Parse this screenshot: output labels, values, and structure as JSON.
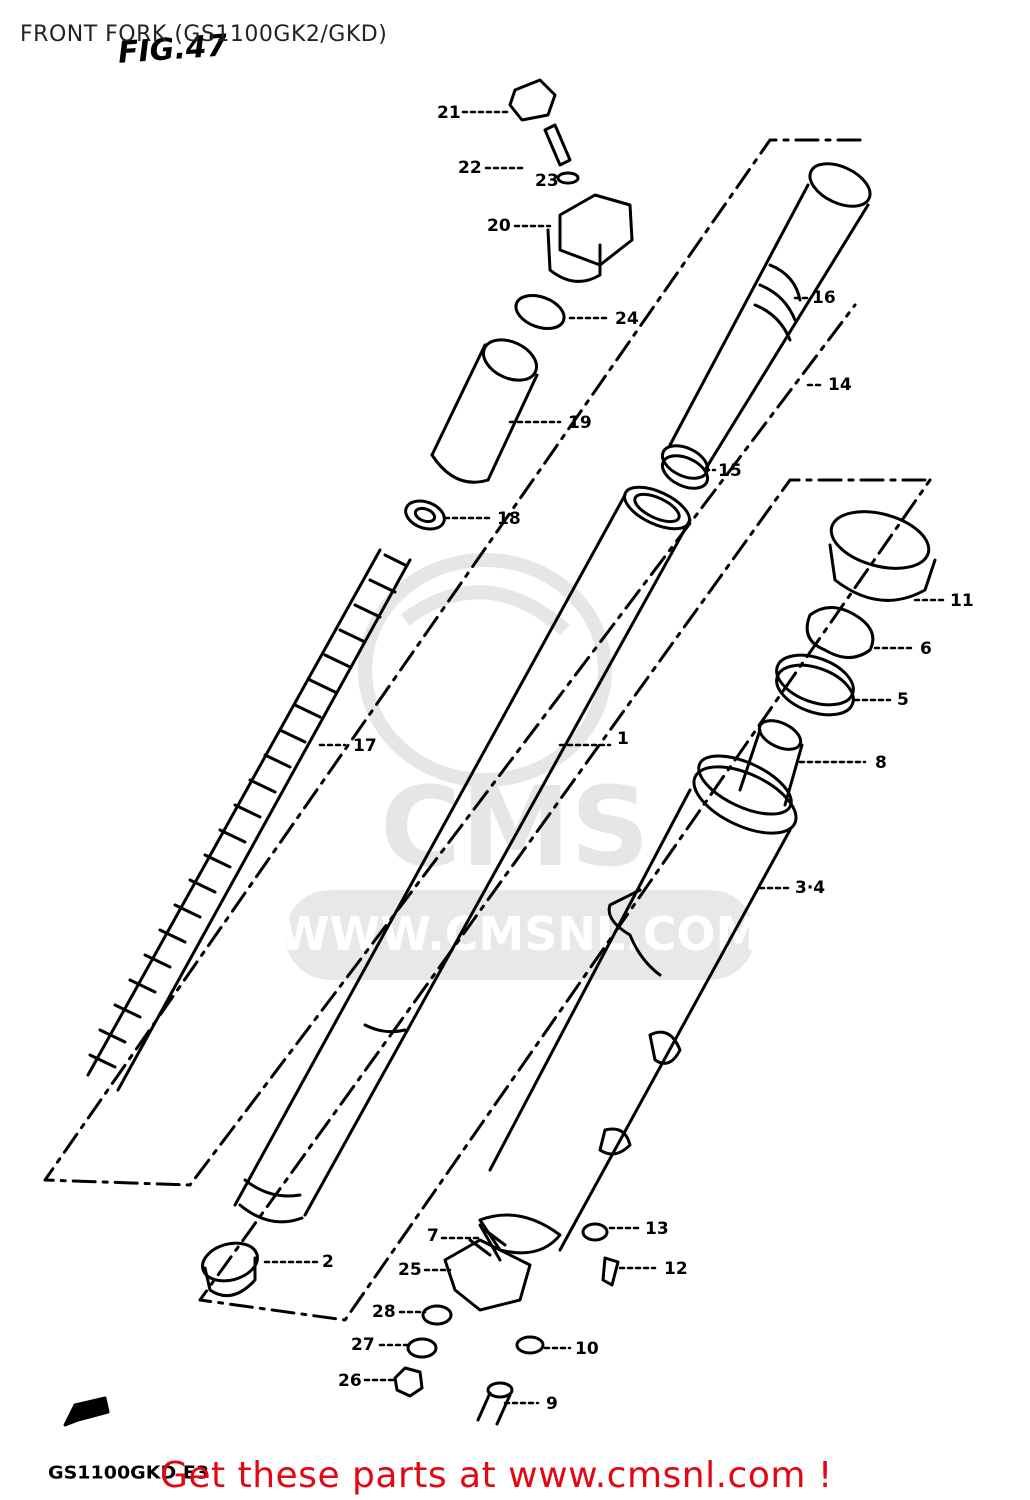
{
  "title": "FRONT FORK (GS1100GK2/GKD)",
  "figure_label": "FIG.47",
  "model_code": "GS1100GKD E3",
  "footer_link": "Get these parts at www.cmsnl.com !",
  "watermark": {
    "brand": "CMS",
    "url": "WWW.CMSNL.COM"
  },
  "callouts": {
    "p1": "1",
    "p2": "2",
    "p3_4": "3·4",
    "p5": "5",
    "p6": "6",
    "p7": "7",
    "p8": "8",
    "p9": "9",
    "p10": "10",
    "p11": "11",
    "p12": "12",
    "p13": "13",
    "p14": "14",
    "p15": "15",
    "p16": "16",
    "p17": "17",
    "p18": "18",
    "p19": "19",
    "p20": "20",
    "p21": "21",
    "p22": "22",
    "p23": "23",
    "p24": "24",
    "p25": "25",
    "p26": "26",
    "p27": "27",
    "p28": "28"
  },
  "colors": {
    "footer_link": "#e30613",
    "line_art": "#000000",
    "watermark": "#e6e6e6"
  }
}
